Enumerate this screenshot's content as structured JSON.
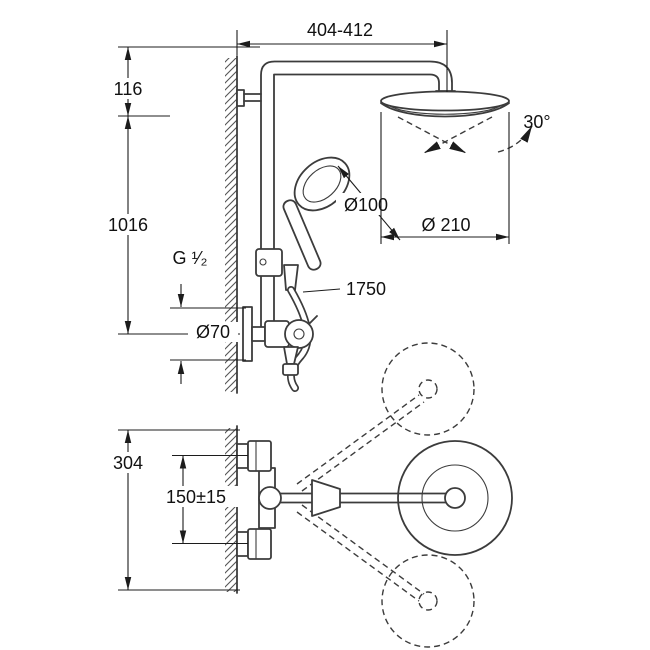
{
  "labels": {
    "arm_reach": "404-412",
    "wall_to_head_drop": "116",
    "column_height": "1016",
    "thread_size": "G ¹⁄₂",
    "escutcheon_diameter": "Ø70",
    "hand_shower_diameter": "Ø100",
    "head_shower_diameter": "Ø 210",
    "head_tilt_angle": "30°",
    "hose_length": "1750",
    "plan_height": "304",
    "connection_spacing": "150±15"
  }
}
